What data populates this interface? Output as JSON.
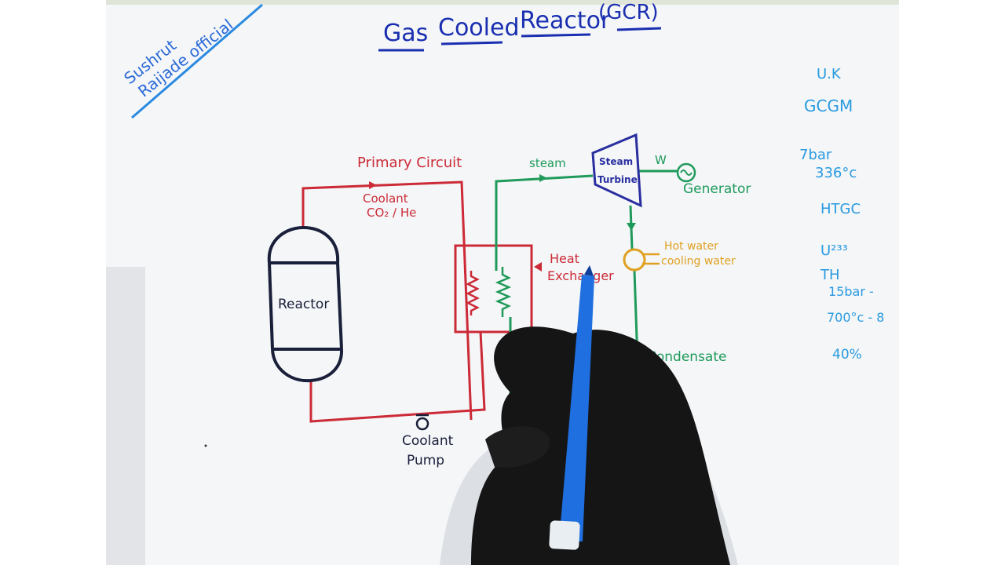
{
  "title": {
    "word1": "Gas",
    "word2": "Cooled",
    "word3": "Reactor",
    "abbr": "(GCR)"
  },
  "watermark": {
    "line1": "Sushrut",
    "line2": "Raijade official"
  },
  "primary": {
    "label": "Primary Circuit",
    "coolant_label": "Coolant",
    "coolant_gas": "CO₂ / He",
    "reactor_label": "Reactor",
    "pump_label_1": "Coolant",
    "pump_label_2": "Pump"
  },
  "secondary": {
    "steam_label": "steam",
    "turbine_line1": "Steam",
    "turbine_line2": "Turbine",
    "work_label": "W",
    "generator_label": "Generator",
    "hx_label_1": "Heat",
    "hx_label_2": "Exchanger",
    "cooling_label_1": "Hot water",
    "cooling_label_2": "cooling water",
    "condensate_label": "Condensate"
  },
  "notes": [
    "U.K",
    "GCGM",
    "7bar",
    "336°c",
    "HTGC",
    "U²³³",
    "TH",
    "15bar -",
    "700°c - 8",
    "40%"
  ],
  "colors": {
    "title": "#1a2fb0",
    "primary": "#cc2a36",
    "secondary": "#1f9a5a",
    "reactor": "#1a1f3a",
    "turbine": "#2a2fa0",
    "cooling": "#e0a020",
    "notes": "#2a9ae0",
    "hand": "#151515",
    "marker": "#1f6fe0"
  }
}
